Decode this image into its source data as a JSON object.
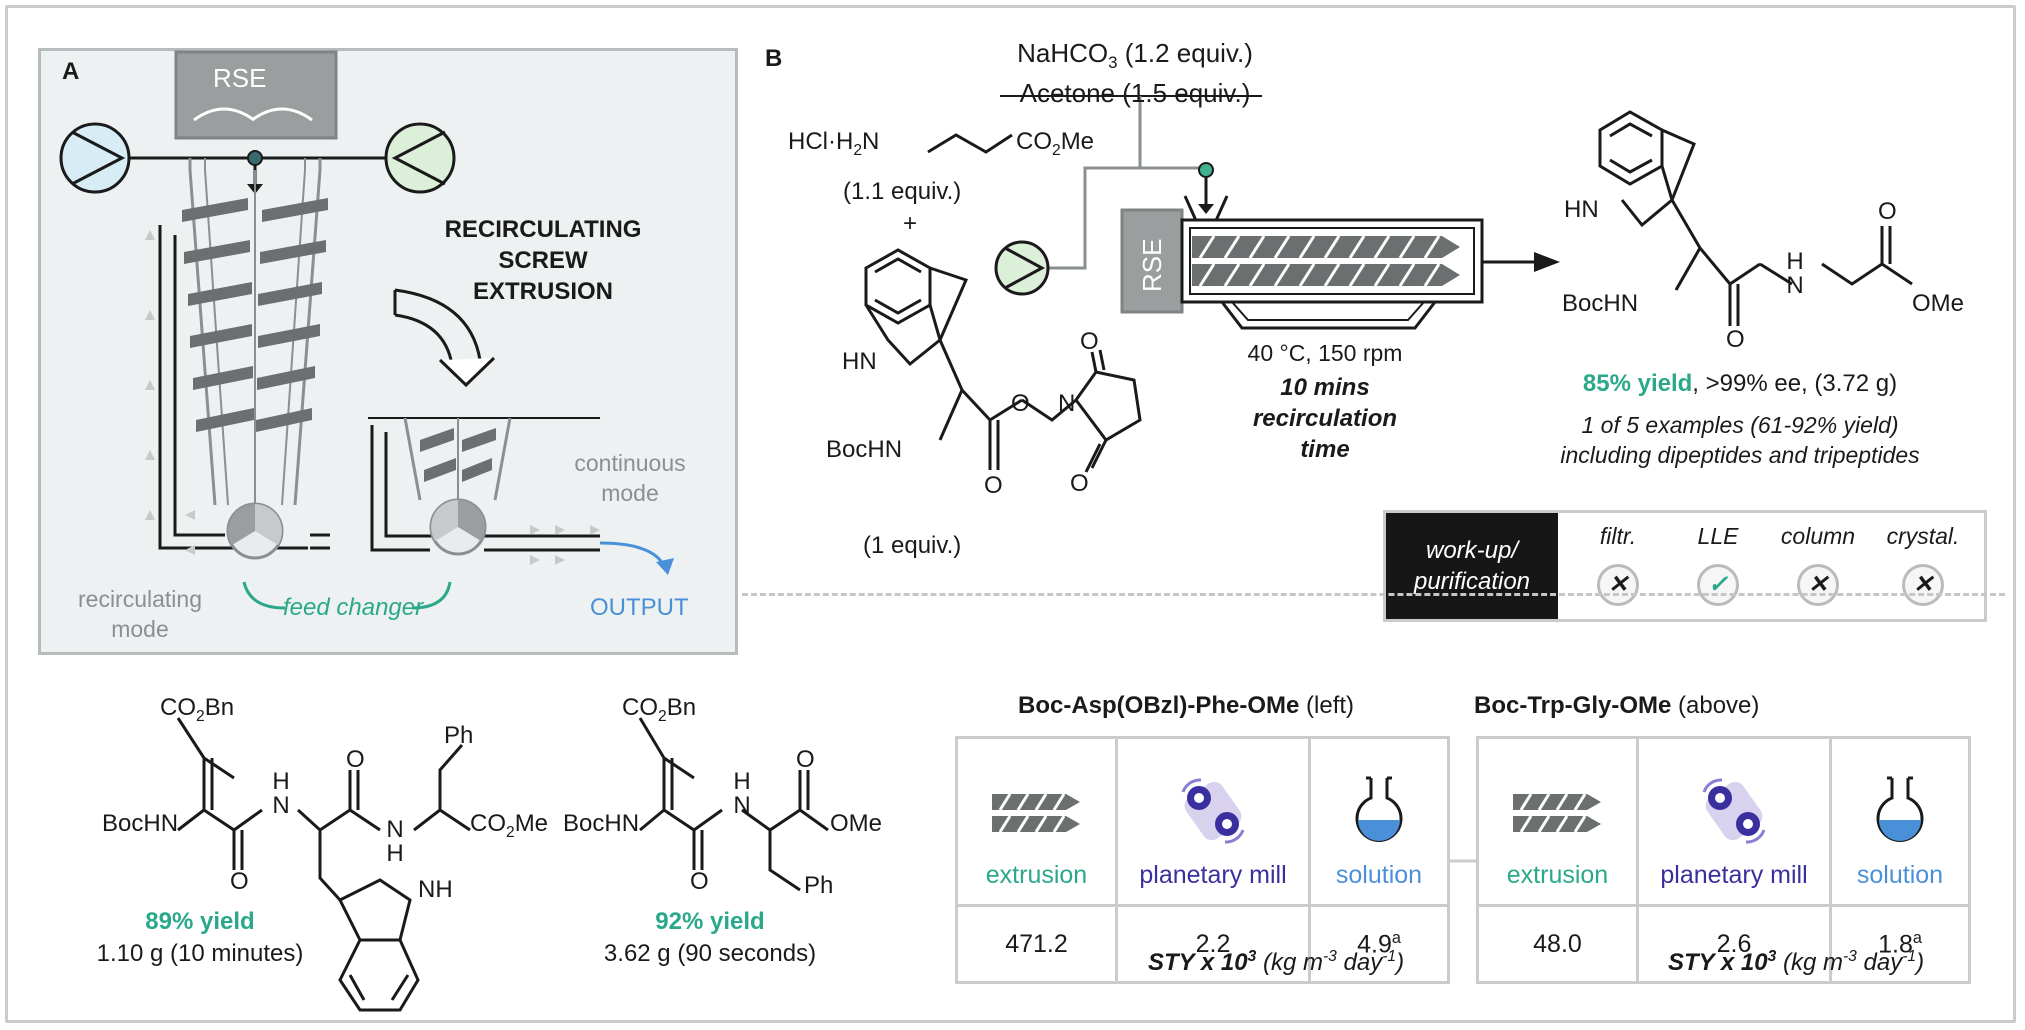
{
  "colors": {
    "accent_green": "#2ba88a",
    "mode_grey": "#8a8f92",
    "output_blue": "#4a90d9",
    "mill_purple": "#3a2f9e"
  },
  "panel_a": {
    "label": "A",
    "rse": "RSE",
    "title_lines": [
      "RECIRCULATING",
      "SCREW",
      "EXTRUSION"
    ],
    "continuous_mode": [
      "continuous",
      "mode"
    ],
    "recirculating_mode": [
      "recirculating",
      "mode"
    ],
    "feed_changer": "feed changer",
    "output": "OUTPUT"
  },
  "panel_b": {
    "label": "B",
    "reagent_1": "NaHCO",
    "reagent_1_sub": "3",
    "reagent_1_equiv": "(1.2 equiv.)",
    "reagent_2": "Acetone (1.5 equiv.)",
    "amine": "HCl·H",
    "amine_sub": "2",
    "amine_n": "N",
    "ester": "CO",
    "ester_sub": "2",
    "ester_me": "Me",
    "amine_equiv": "(1.1 equiv.)",
    "plus": "+",
    "trp_hn": "HN",
    "trp_bochn": "BocHN",
    "o": "O",
    "osu_o": "O",
    "osu_n": "N",
    "active_ester_equiv": "(1 equiv.)",
    "rse": "RSE",
    "conditions": "40 °C, 150 rpm",
    "time_lines": [
      "10 mins",
      "recirculation",
      "time"
    ],
    "product_hn": "HN",
    "product_bochn": "BocHN",
    "product_nh": "N",
    "product_h": "H",
    "product_ome": "OMe",
    "yield": "85% yield",
    "yield_rest": ", >99% ee, (3.72 g)",
    "examples_1": "1 of 5 examples (61-92% yield)",
    "examples_2": "including dipeptides and tripeptides"
  },
  "workup": {
    "title_lines": [
      "work-up/",
      "purification"
    ],
    "columns": [
      {
        "label": "filtr.",
        "status": "✕",
        "ok": false
      },
      {
        "label": "LLE",
        "status": "✓",
        "ok": true
      },
      {
        "label": "column",
        "status": "✕",
        "ok": false
      },
      {
        "label": "crystal.",
        "status": "✕",
        "ok": false
      }
    ]
  },
  "compounds": [
    {
      "co2bn": "CO",
      "co2bn_sub": "2",
      "co2bn_end": "Bn",
      "bochn": "BocHN",
      "yield": "89% yield",
      "amount": "1.10 g (10 minutes)",
      "h": "H",
      "n": "N",
      "ph": "Ph",
      "co2me": "CO",
      "co2me_sub": "2",
      "co2me_end": "Me",
      "nh": "NH",
      "o": "O"
    },
    {
      "co2bn": "CO",
      "co2bn_sub": "2",
      "co2bn_end": "Bn",
      "bochn": "BocHN",
      "yield": "92% yield",
      "amount": "3.62 g (90 seconds)",
      "h": "H",
      "n": "N",
      "ph": "Ph",
      "ome": "OMe",
      "o": "O"
    }
  ],
  "tables": [
    {
      "title": "Boc-Asp(OBzl)-Phe-OMe",
      "note": "(left)",
      "methods": [
        "extrusion",
        "planetary mill",
        "solution"
      ],
      "values": [
        "471.2",
        "2.2",
        "4.9"
      ],
      "sup": "a"
    },
    {
      "title": "Boc-Trp-Gly-OMe",
      "note": "(above)",
      "methods": [
        "extrusion",
        "planetary mill",
        "solution"
      ],
      "values": [
        "48.0",
        "2.6",
        "1.8"
      ],
      "sup": "a"
    }
  ],
  "sty_label": {
    "bold": "STY x 10",
    "bold_sup": "3",
    "units_a": "(kg m",
    "units_sup1": "-3",
    "units_b": " day",
    "units_sup2": "-1",
    "units_c": ")"
  },
  "icons": [
    "pump-icon",
    "screw-icon",
    "planetary-mill-icon",
    "flask-icon",
    "check-icon",
    "cross-icon",
    "feed-changer-icon"
  ]
}
